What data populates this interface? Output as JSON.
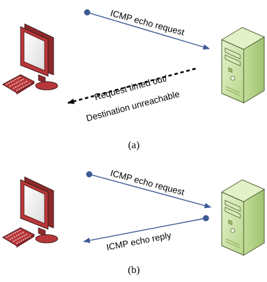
{
  "panels": [
    {
      "caption": "(a)",
      "request_label": "ICMP echo request",
      "response_line_1": "Request timed out/",
      "response_line_2": "Destination unreachable"
    },
    {
      "caption": "(b)",
      "request_label": "ICMP echo request",
      "response_label": "ICMP echo reply"
    }
  ],
  "colors": {
    "arrow_blue": "#3b5b93",
    "monitor_red": "#b9373a",
    "server_green": "#cfe6a8",
    "dashed_arrow": "#000000"
  },
  "icons": [
    "computer-icon",
    "server-icon"
  ]
}
